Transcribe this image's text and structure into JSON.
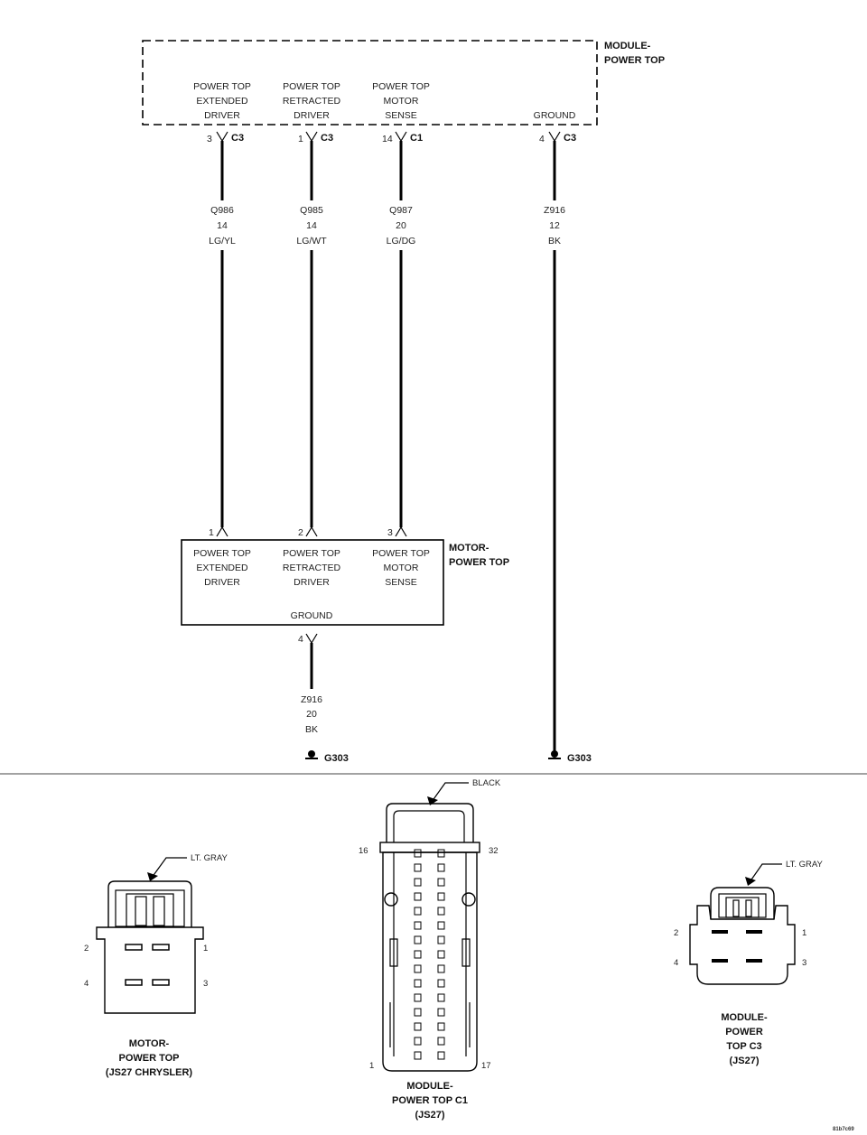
{
  "module": {
    "title_l1": "MODULE-",
    "title_l2": "POWER TOP",
    "pins": [
      {
        "l1": "POWER TOP",
        "l2": "EXTENDED",
        "l3": "DRIVER"
      },
      {
        "l1": "POWER TOP",
        "l2": "RETRACTED",
        "l3": "DRIVER"
      },
      {
        "l1": "POWER TOP",
        "l2": "MOTOR",
        "l3": "SENSE"
      },
      {
        "l1": "",
        "l2": "",
        "l3": "GROUND"
      }
    ],
    "connectors": [
      {
        "pin": "3",
        "conn": "C3"
      },
      {
        "pin": "1",
        "conn": "C3"
      },
      {
        "pin": "14",
        "conn": "C1"
      },
      {
        "pin": "4",
        "conn": "C3"
      }
    ]
  },
  "wires": [
    {
      "circuit": "Q986",
      "gauge": "14",
      "color": "LG/YL"
    },
    {
      "circuit": "Q985",
      "gauge": "14",
      "color": "LG/WT"
    },
    {
      "circuit": "Q987",
      "gauge": "20",
      "color": "LG/DG"
    },
    {
      "circuit": "Z916",
      "gauge": "12",
      "color": "BK"
    }
  ],
  "motor": {
    "title_l1": "MOTOR-",
    "title_l2": "POWER TOP",
    "in_pins": [
      "1",
      "2",
      "3"
    ],
    "pins": [
      {
        "l1": "POWER TOP",
        "l2": "EXTENDED",
        "l3": "DRIVER"
      },
      {
        "l1": "POWER TOP",
        "l2": "RETRACTED",
        "l3": "DRIVER"
      },
      {
        "l1": "POWER TOP",
        "l2": "MOTOR",
        "l3": "SENSE"
      }
    ],
    "ground_label": "GROUND",
    "ground_pin": "4",
    "ground_wire": {
      "circuit": "Z916",
      "gauge": "20",
      "color": "BK"
    }
  },
  "grounds": [
    "G303",
    "G303"
  ],
  "connector_views": {
    "motor": {
      "color_label": "LT. GRAY",
      "pins": [
        "2",
        "1",
        "4",
        "3"
      ],
      "caption": [
        "MOTOR-",
        "POWER TOP",
        "(JS27 CHRYSLER)"
      ]
    },
    "c1": {
      "color_label": "BLACK",
      "pins": [
        "16",
        "32",
        "1",
        "17"
      ],
      "caption": [
        "MODULE-",
        "POWER TOP C1",
        "(JS27)"
      ]
    },
    "c3": {
      "color_label": "LT. GRAY",
      "pins": [
        "2",
        "1",
        "4",
        "3"
      ],
      "caption": [
        "MODULE-",
        "POWER",
        "TOP C3",
        "(JS27)"
      ]
    }
  },
  "figure_ref": "81b7c69"
}
